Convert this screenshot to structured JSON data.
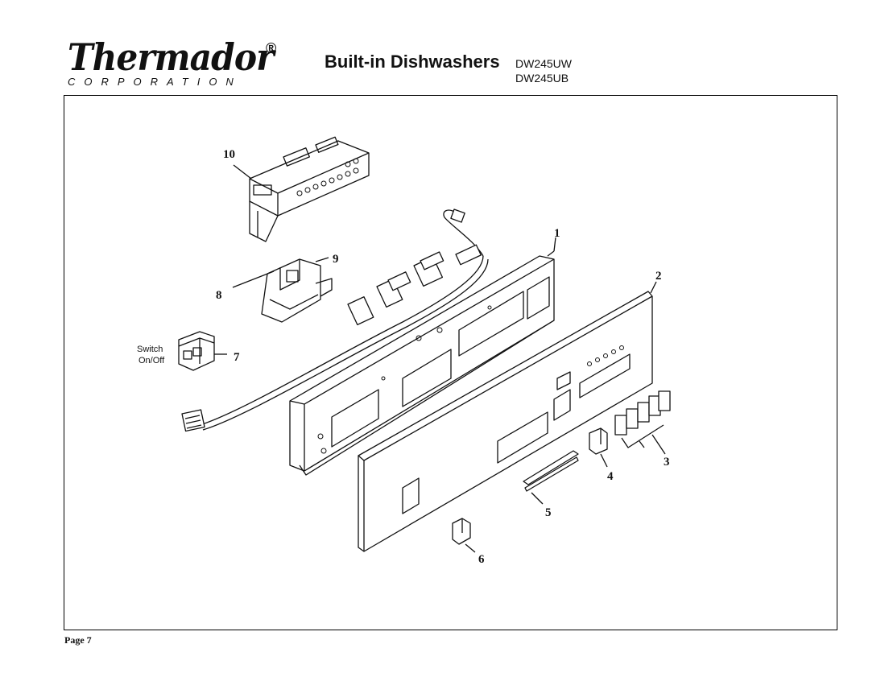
{
  "header": {
    "brand": "Thermador",
    "registered": "®",
    "corporation": "CORPORATION",
    "title": "Built-in Dishwashers",
    "models": [
      "DW245UW",
      "DW245UB"
    ]
  },
  "diagram": {
    "callouts": [
      "1",
      "2",
      "3",
      "4",
      "5",
      "6",
      "7",
      "8",
      "9",
      "10"
    ],
    "switch_label": [
      "Switch",
      "On/Off"
    ]
  },
  "footer": {
    "page": "Page 7"
  },
  "colors": {
    "ink": "#111111",
    "paper": "#ffffff"
  }
}
